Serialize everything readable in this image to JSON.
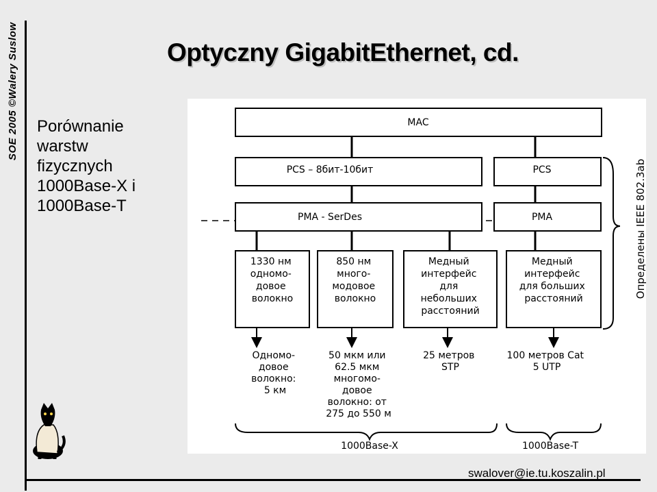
{
  "header": {
    "sidebar_credit": "SOE 2005 ©Walery Suslow",
    "title": "Optyczny GigabitEthernet, cd."
  },
  "subtitle": {
    "lines": [
      "Porównanie",
      "warstw",
      "fizycznych",
      "1000Base-X i",
      "1000Base-T"
    ]
  },
  "diagram": {
    "mac": "MAC",
    "pcs_x": "PCS – 8бит-10бит",
    "pcs_t": "PCS",
    "pma_x": "PMA - SerDes",
    "pma_t": "PMA",
    "ieee_label": "Определены IEEE 802.3ab",
    "media_boxes": [
      [
        "1330 нм",
        "одномо-",
        "довое",
        "волокно"
      ],
      [
        "850 нм",
        "много-",
        "модовое",
        "волокно"
      ],
      [
        "Медный",
        "интерфейс",
        "для",
        "небольших",
        "расстояний"
      ],
      [
        "Медный",
        "интерфейс",
        "для больших",
        "расстояний"
      ]
    ],
    "cables": [
      [
        "Одномо-",
        "довое",
        "волокно:",
        "5 км"
      ],
      [
        "50 мкм или",
        "62.5 мкм",
        "многомо-",
        "довое",
        "волокно: от",
        "275 до 550 м"
      ],
      [
        "25 метров",
        "STP"
      ],
      [
        "100 метров Cat",
        "5 UTP"
      ]
    ],
    "group_x": "1000Base-X",
    "group_t": "1000Base-T"
  },
  "footer": {
    "email": "swalover@ie.tu.koszalin.pl"
  }
}
